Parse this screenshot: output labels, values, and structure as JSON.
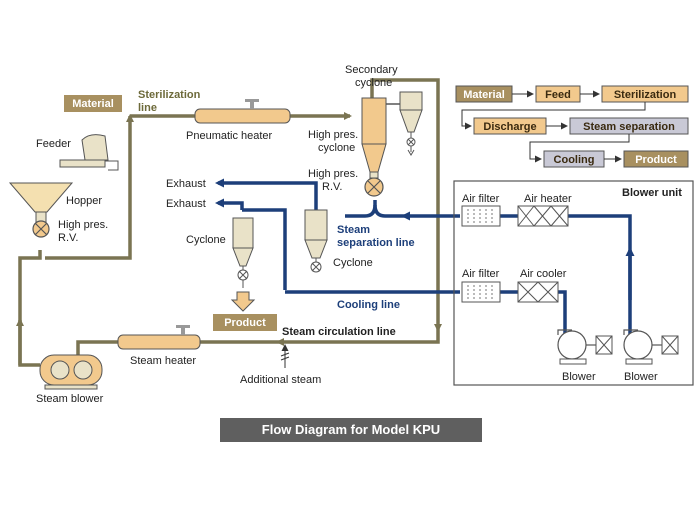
{
  "colors": {
    "steam_line": "#7a7452",
    "air_line": "#1d3f7a",
    "equipment_fill": "#e9e2c8",
    "equipment_stroke": "#555555",
    "orange_box": "#f2c98d",
    "brown_box": "#a89060",
    "grey_box": "#c9c9d6",
    "title_bg": "#5f5f5f"
  },
  "title": "Flow Diagram for Model KPU",
  "boxes": {
    "material_main": "Material",
    "product_main": "Product"
  },
  "process_legend": {
    "material": "Material",
    "feed": "Feed",
    "sterilization": "Sterilization",
    "discharge": "Discharge",
    "steam_separation": "Steam separation",
    "cooling": "Cooling",
    "product": "Product"
  },
  "labels": {
    "sterilization_line_1": "Sterilization",
    "sterilization_line_2": "line",
    "pneumatic_heater": "Pneumatic heater",
    "secondary_cyclone_1": "Secondary",
    "secondary_cyclone_2": "cyclone",
    "hp_cyclone_1": "High pres.",
    "hp_cyclone_2": "cyclone",
    "hp_rv_right_1": "High pres.",
    "hp_rv_right_2": "R.V.",
    "feeder": "Feeder",
    "hopper": "Hopper",
    "hp_rv_left_1": "High pres.",
    "hp_rv_left_2": "R.V.",
    "exhaust_1": "Exhaust",
    "exhaust_2": "Exhaust",
    "cyclone_left": "Cyclone",
    "cyclone_right": "Cyclone",
    "steam_separation_line_1": "Steam",
    "steam_separation_line_2": "separation line",
    "cooling_line": "Cooling line",
    "steam_circulation_line": "Steam circulation line",
    "steam_heater": "Steam heater",
    "additional_steam": "Additional steam",
    "steam_blower": "Steam blower",
    "blower_unit": "Blower unit",
    "air_filter_top": "Air filter",
    "air_heater": "Air heater",
    "air_filter_bottom": "Air filter",
    "air_cooler": "Air cooler",
    "blower_left": "Blower",
    "blower_right": "Blower"
  }
}
